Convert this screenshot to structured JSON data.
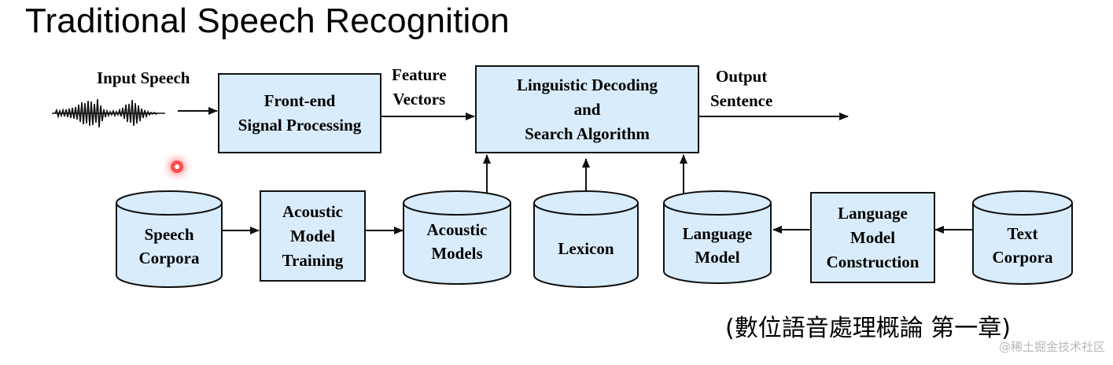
{
  "title": "Traditional Speech Recognition",
  "labels": {
    "input_speech": "Input Speech",
    "feature_vectors": [
      "Feature",
      "Vectors"
    ],
    "output_sentence": [
      "Output",
      "Sentence"
    ]
  },
  "boxes": {
    "front_end": [
      "Front-end",
      "Signal Processing"
    ],
    "decoding": [
      "Linguistic Decoding",
      "and",
      "Search Algorithm"
    ],
    "am_training": [
      "Acoustic",
      "Model",
      "Training"
    ],
    "lm_construction": [
      "Language",
      "Model",
      "Construction"
    ]
  },
  "stores": {
    "speech_corpora": [
      "Speech",
      "Corpora"
    ],
    "acoustic_models": [
      "Acoustic",
      "Models"
    ],
    "lexicon": [
      "Lexicon"
    ],
    "language_model": [
      "Language",
      "Model"
    ],
    "text_corpora": [
      "Text",
      "Corpora"
    ]
  },
  "citation": "(數位語音處理概論 第一章)",
  "watermark": "@稀土掘金技术社区",
  "colors": {
    "box_fill": "#d9ecfb",
    "stroke": "#111111",
    "pointer": "#ff4d4d"
  }
}
